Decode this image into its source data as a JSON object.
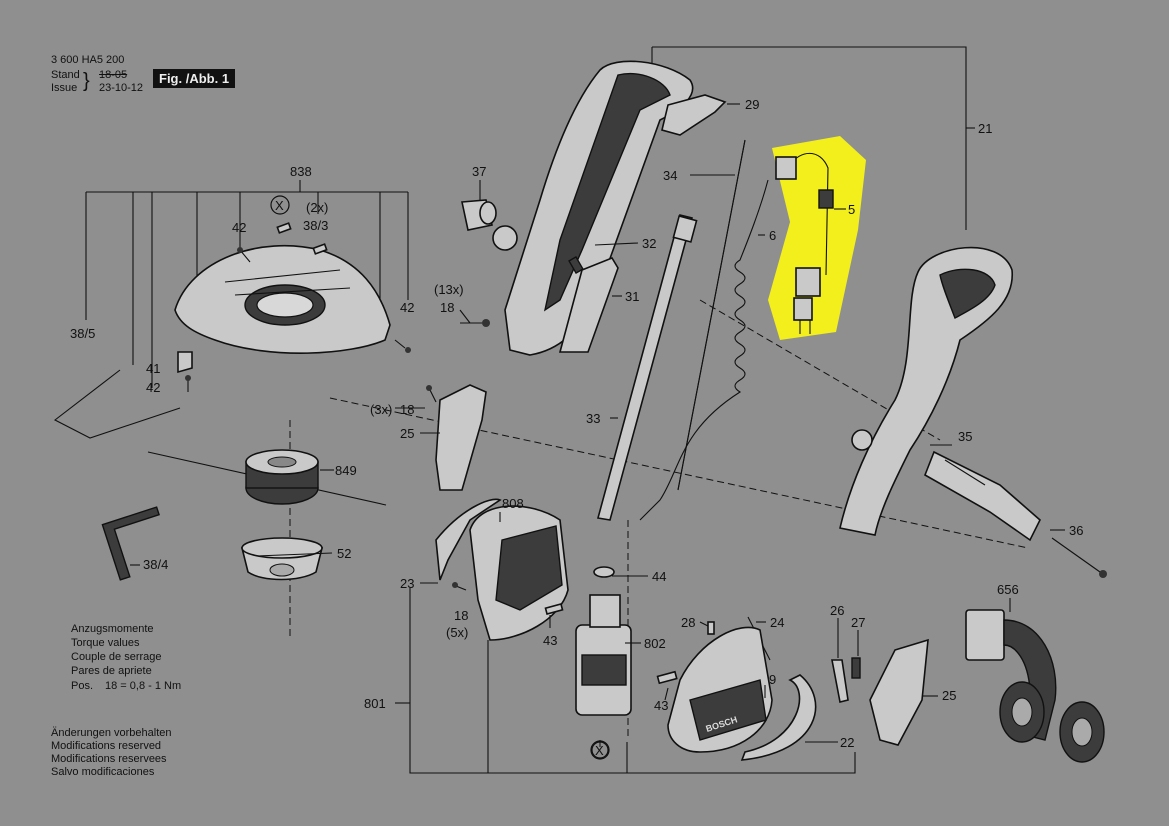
{
  "header": {
    "doc_number": "3 600 HA5 200",
    "stand_label": "Stand",
    "stand_date_old": "18-05",
    "issue_label": "Issue",
    "issue_date": "23-10-12",
    "figure_label": "Fig. /Abb. 1"
  },
  "torque": {
    "lines": [
      "Anzugsmomente",
      "Torque values",
      "Couple de serrage",
      "Pares de apriete"
    ],
    "pos_label": "Pos.",
    "pos_value": "18 = 0,8 - 1 Nm"
  },
  "modifications": [
    "Änderungen vorbehalten",
    "Modifications reserved",
    "Modifications reservees",
    "Salvo modificaciones"
  ],
  "labels": {
    "p838": "838",
    "p42a": "42",
    "pX1": "X",
    "p2x": "(2x)",
    "p38_3": "38/3",
    "p42b": "42",
    "p38_5": "38/5",
    "p41": "41",
    "p42c": "42",
    "p849": "849",
    "p38_4": "38/4",
    "p52": "52",
    "p37": "37",
    "p13x": "(13x)",
    "p18a": "18",
    "p3x": "(3x)",
    "p18b": "18",
    "p25a": "25",
    "p23": "23",
    "p18c": "18",
    "p5x": "(5x)",
    "p808": "808",
    "p43a": "43",
    "p801": "801",
    "p29": "29",
    "p21": "21",
    "p34": "34",
    "p32": "32",
    "p31": "31",
    "p6": "6",
    "p5": "5",
    "p33": "33",
    "p44": "44",
    "p802": "802",
    "pX2": "X",
    "p28": "28",
    "p24": "24",
    "p9": "9",
    "p43b": "43",
    "p22": "22",
    "p26": "26",
    "p27": "27",
    "p25b": "25",
    "p35": "35",
    "p36": "36",
    "p656": "656",
    "brand": "BOSCH"
  },
  "colors": {
    "background": "#8f8f8f",
    "highlight": "#f2ef1c",
    "ink": "#111111"
  }
}
